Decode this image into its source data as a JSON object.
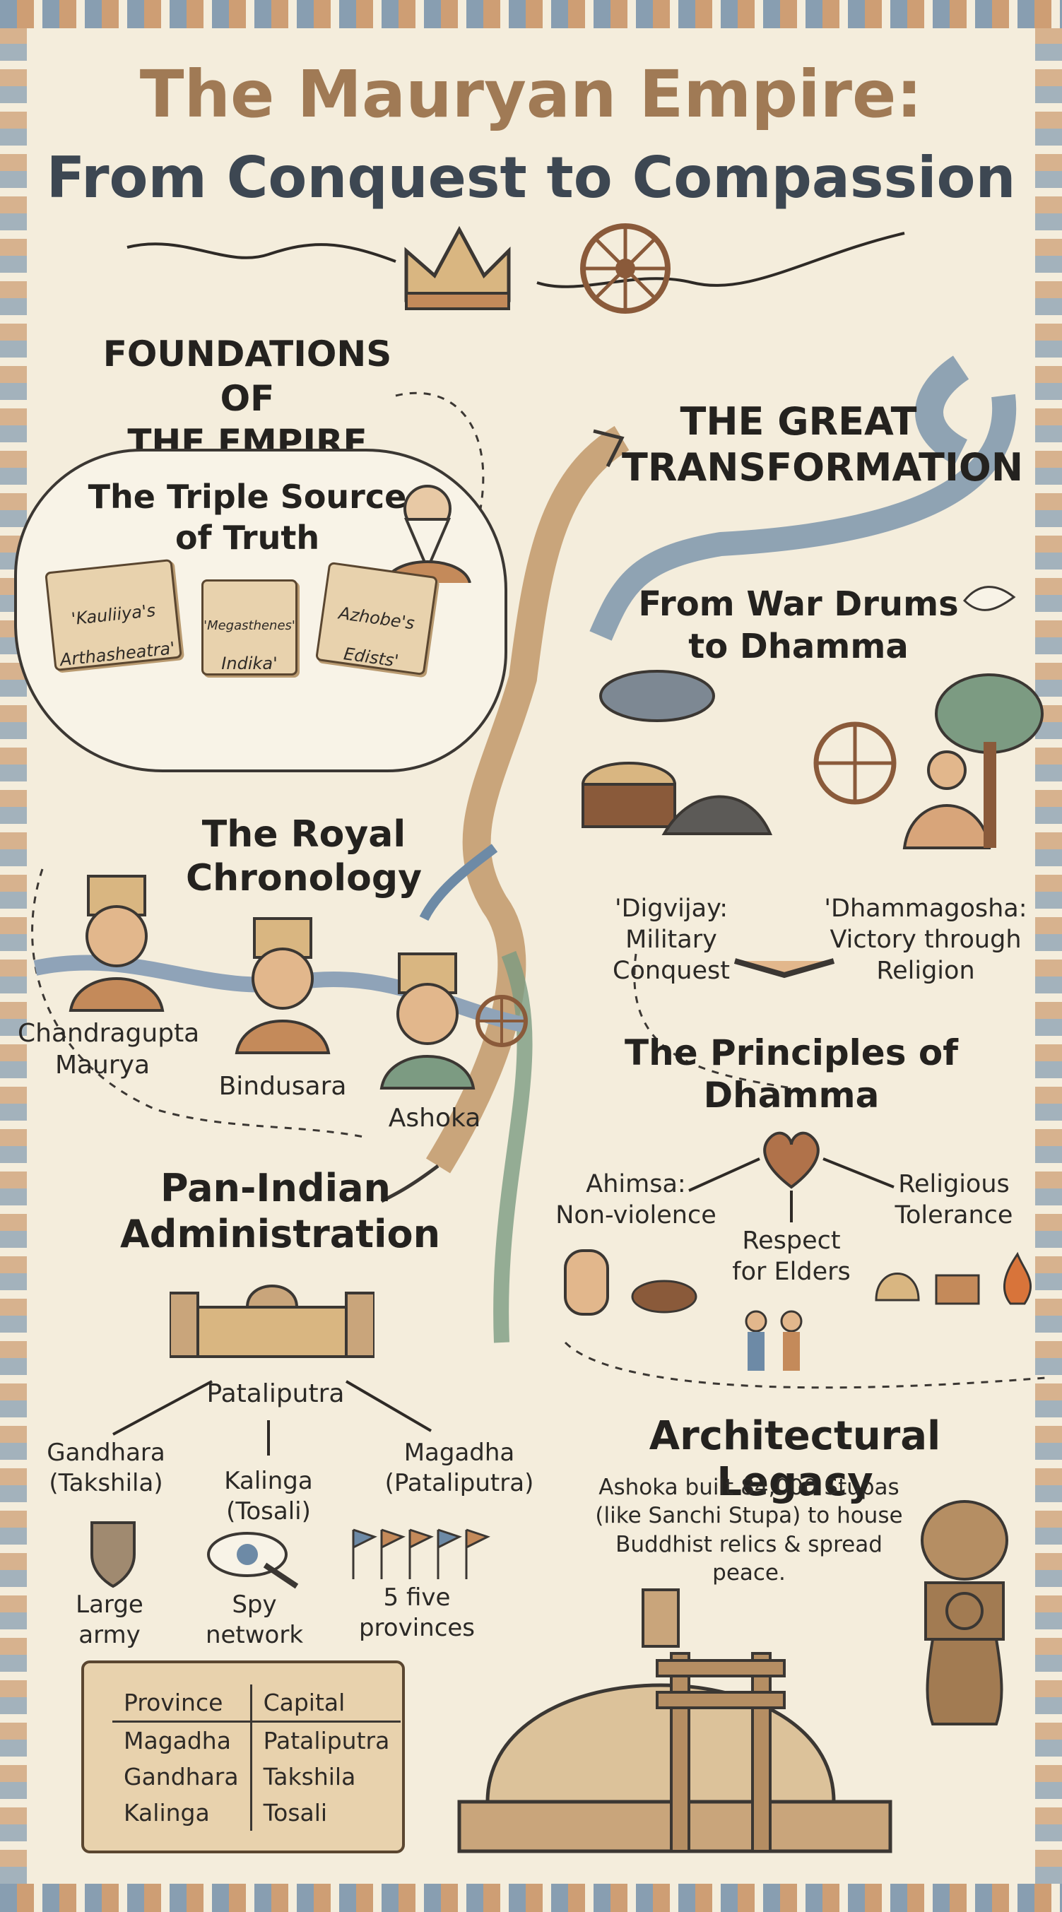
{
  "title": {
    "line1": "The Mauryan Empire:",
    "line2": "From Conquest to Compassion"
  },
  "foundations": {
    "heading_line1": "FOUNDATIONS OF",
    "heading_line2": "THE EMPIRE",
    "triple_source_line1": "The Triple Source",
    "triple_source_line2": "of Truth",
    "scrolls": [
      {
        "line1": "'Kauliiya's",
        "line2": "Arthasheatra'"
      },
      {
        "line1": "'Megasthenes'",
        "line2": "Indika'"
      },
      {
        "line1": "Azhobe's",
        "line2": "Edists'"
      }
    ]
  },
  "chronology": {
    "heading_line1": "The Royal",
    "heading_line2": "Chronology",
    "kings": [
      {
        "line1": "Chandragupta",
        "line2": "Maurya"
      },
      {
        "line1": "Bindusara",
        "line2": ""
      },
      {
        "line1": "Ashoka",
        "line2": ""
      }
    ]
  },
  "administration": {
    "heading_line1": "Pan-Indian",
    "heading_line2": "Administration",
    "capital": "Pataliputra",
    "regions": [
      {
        "line1": "Gandhara",
        "line2": "(Takshila)"
      },
      {
        "line1": "Kalinga",
        "line2": "(Tosali)"
      },
      {
        "line1": "Magadha",
        "line2": "(Pataliputra)"
      }
    ],
    "features": [
      {
        "line1": "Large",
        "line2": "army"
      },
      {
        "line1": "Spy",
        "line2": "network"
      },
      {
        "line1": "5 five",
        "line2": "provinces"
      }
    ],
    "table": {
      "headers": [
        "Province",
        "Capital"
      ],
      "rows": [
        [
          "Magadha",
          "Pataliputra"
        ],
        [
          "Gandhara",
          "Takshila"
        ],
        [
          "Kalinga",
          "Tosali"
        ]
      ]
    }
  },
  "transformation": {
    "heading_line1": "THE GREAT",
    "heading_line2": "TRANSFORMATION",
    "war_drums_line1": "From War Drums",
    "war_drums_line2": "to Dhamma",
    "digvijay_line1": "'Digvijay:",
    "digvijay_line2": "Military Conquest",
    "dhammagosha_line1": "'Dhammagosha:",
    "dhammagosha_line2": "Victory through",
    "dhammagosha_line3": "Religion"
  },
  "principles": {
    "heading_line1": "The Principles of",
    "heading_line2": "Dhamma",
    "items": [
      {
        "line1": "Ahimsa:",
        "line2": "Non-violence"
      },
      {
        "line1": "Respect",
        "line2": "for Elders"
      },
      {
        "line1": "Religious",
        "line2": "Tolerance"
      }
    ]
  },
  "architecture": {
    "heading": "Architectural Legacy",
    "desc_line1": "Ashoka built 84,000 Stupas",
    "desc_line2": "(like Sanchi Stupa) to house",
    "desc_line3": "Buddhist relics & spread peace."
  },
  "colors": {
    "background": "#f4eddc",
    "title_brown": "#a07a55",
    "title_slate": "#3d4752",
    "ink": "#2e2a26",
    "river_blue": "#6d8aa6",
    "path_tan": "#c9a57b",
    "heart": "#b0724a"
  }
}
